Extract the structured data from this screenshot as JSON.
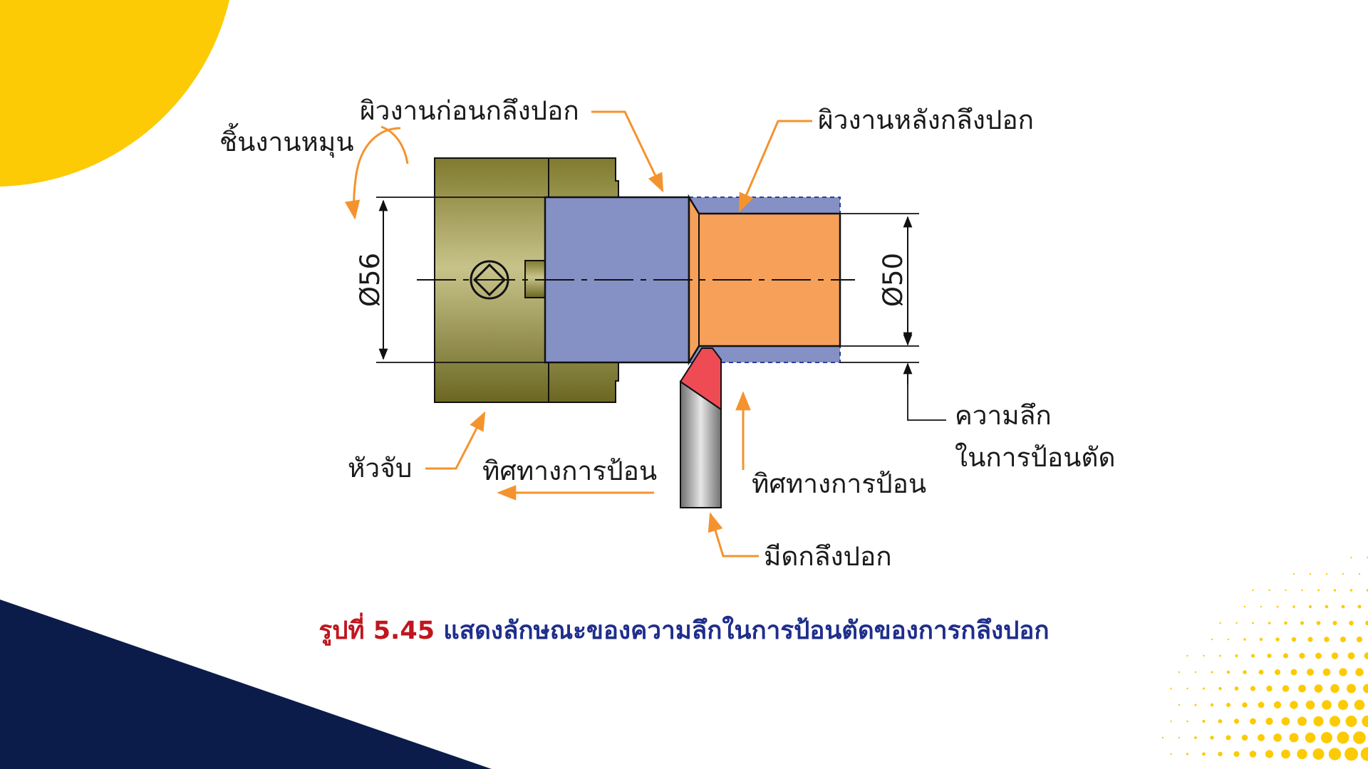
{
  "colors": {
    "brand_yellow": "#fccb06",
    "brand_navy": "#0c1c4a",
    "chuck": "#8f8a3b",
    "workpiece": "#8590c4",
    "cut_surface": "#f6a05a",
    "tool_tip": "#ef4b55",
    "tool_body": "#a7a7a7",
    "arrow": "#f4932e",
    "caption_number": "#c0161e",
    "caption_text": "#1f2e8c"
  },
  "labels": {
    "workpiece_rotates": "ชิ้นงานหมุน",
    "surface_before": "ผิวงานก่อนกลึงปอก",
    "surface_after": "ผิวงานหลังกลึงปอก",
    "chuck": "หัวจับ",
    "feed_direction_longitudinal": "ทิศทางการป้อน",
    "feed_direction_cross": "ทิศทางการป้อน",
    "depth_of_cut_line1": "ความลึก",
    "depth_of_cut_line2": "ในการป้อนตัด",
    "turning_tool": "มีดกลึงปอก"
  },
  "dimensions": {
    "diameter_before": "Ø56",
    "diameter_after": "Ø50"
  },
  "caption": {
    "number": "รูปที่ 5.45",
    "text": "แสดงลักษณะของความลึกในการป้อนตัดของการกลึงปอก"
  }
}
